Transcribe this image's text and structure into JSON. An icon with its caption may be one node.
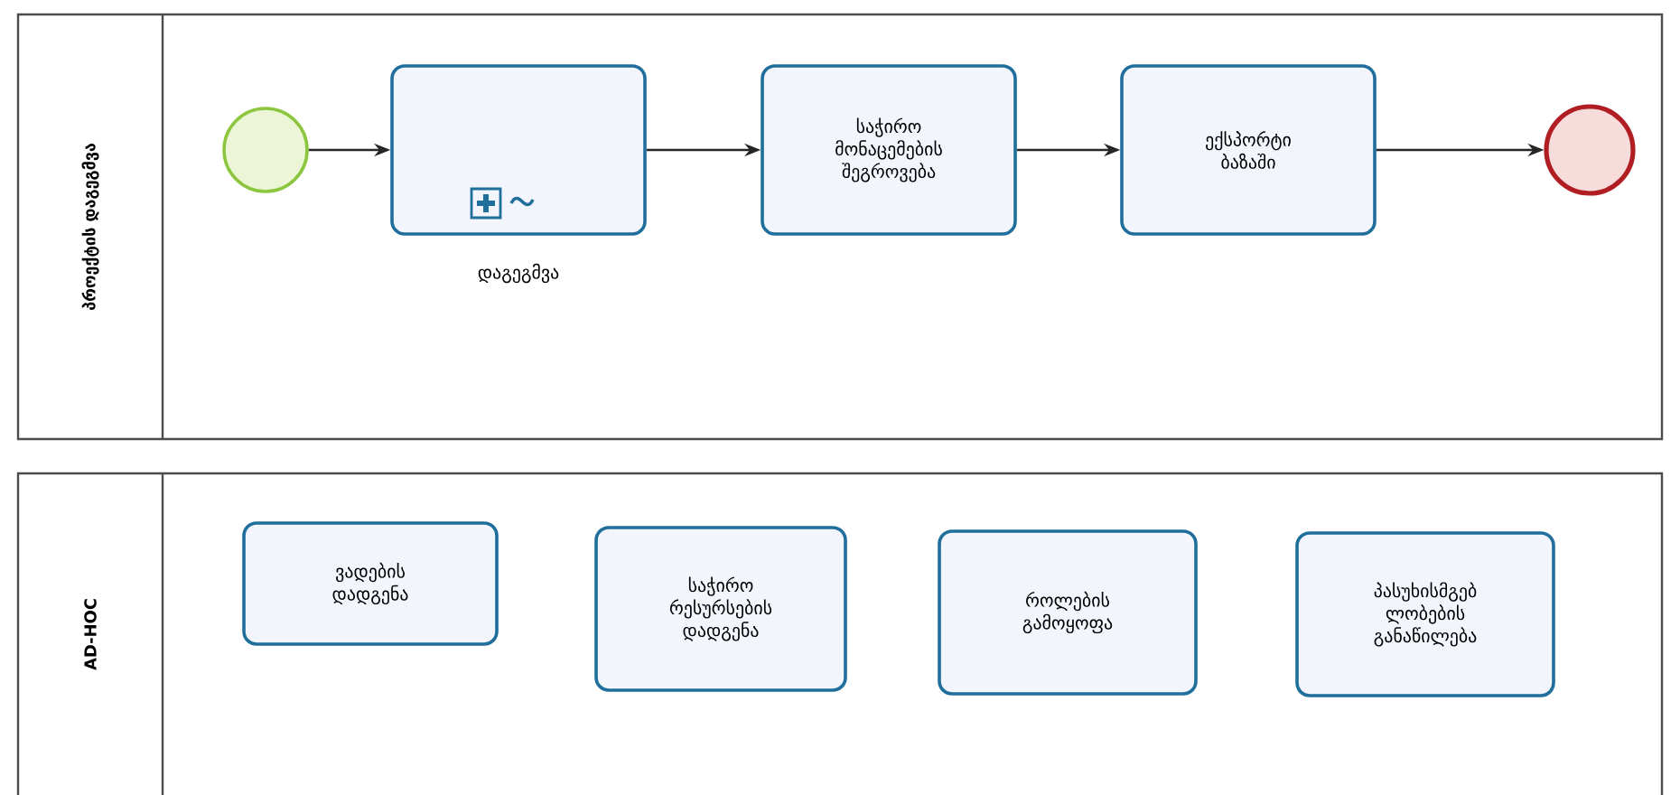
{
  "diagram": {
    "nodes": [
      {
        "text": [
          "პროექტის დაგეგმვა"
        ]
      },
      {
        "text": [],
        "shape": "circle",
        "in": 0
      },
      {
        "text": [
          "დაგეგმვა"
        ],
        "in": 0
      },
      {
        "text": [
          "საჭირო მონაცემების შეგროვება"
        ],
        "in": 0
      },
      {
        "text": [
          "ექსპორტი ბაზაში"
        ],
        "in": 0
      },
      {
        "text": [],
        "shape": "circle",
        "in": 0
      },
      {
        "text": [
          "AD-HOC"
        ]
      },
      {
        "text": [
          "ვადების დადგენა"
        ],
        "in": 6
      },
      {
        "text": [
          "საჭირო რესურსების დადგენა"
        ],
        "in": 6
      },
      {
        "text": [
          "როლების გამოყოფა"
        ],
        "in": 6
      },
      {
        "text": [
          "პასუხისმგებ ლობების განაწილება"
        ],
        "in": 6
      }
    ],
    "edges": [
      {
        "from": 1,
        "to": 2,
        "arrow": "to"
      },
      {
        "from": 2,
        "to": 3,
        "arrow": "to"
      },
      {
        "from": 3,
        "to": 4,
        "arrow": "to"
      },
      {
        "from": 4,
        "to": 5,
        "arrow": "to"
      }
    ]
  }
}
